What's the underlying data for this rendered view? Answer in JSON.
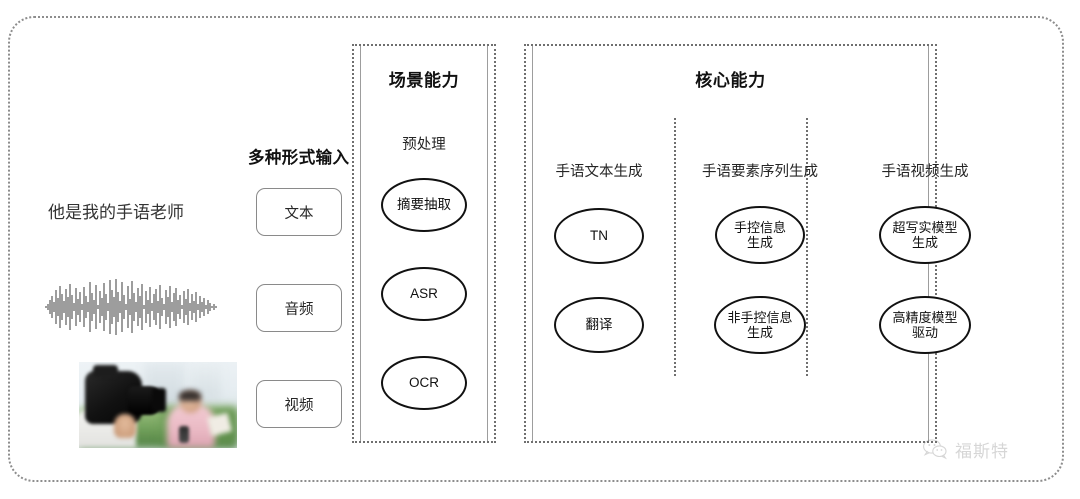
{
  "input_section": {
    "heading": "多种形式输入",
    "sample_text": "他是我的手语老师",
    "waveform_name": "audio-waveform",
    "video_thumbnail_alt": "摄像师拍摄粉色外套记者的室外视频画面",
    "buttons": [
      {
        "label": "文本",
        "name": "text"
      },
      {
        "label": "音频",
        "name": "audio"
      },
      {
        "label": "视频",
        "name": "video"
      }
    ]
  },
  "scene_panel": {
    "title": "场景能力",
    "column_label": "预处理",
    "nodes": [
      "摘要抽取",
      "ASR",
      "OCR"
    ]
  },
  "core_panel": {
    "title": "核心能力",
    "columns": [
      {
        "label": "手语文本生成",
        "nodes": [
          {
            "lines": [
              "TN"
            ]
          },
          {
            "lines": [
              "翻译"
            ]
          }
        ]
      },
      {
        "label": "手语要素序列生成",
        "nodes": [
          {
            "lines": [
              "手控信息",
              "生成"
            ]
          },
          {
            "lines": [
              "非手控信息",
              "生成"
            ]
          }
        ]
      },
      {
        "label": "手语视频生成",
        "nodes": [
          {
            "lines": [
              "超写实模型",
              "生成"
            ]
          },
          {
            "lines": [
              "高精度模型",
              "驱动"
            ]
          }
        ]
      }
    ]
  },
  "watermark": {
    "text": "福斯特",
    "icon": "wechat-icon"
  },
  "colors": {
    "background": "#ffffff",
    "dashed_border": "#6f6f6f",
    "solid_border": "#9d9d9d",
    "node_stroke": "#111111",
    "text": "#1a1a1a",
    "button_border": "#8a8a8a"
  }
}
